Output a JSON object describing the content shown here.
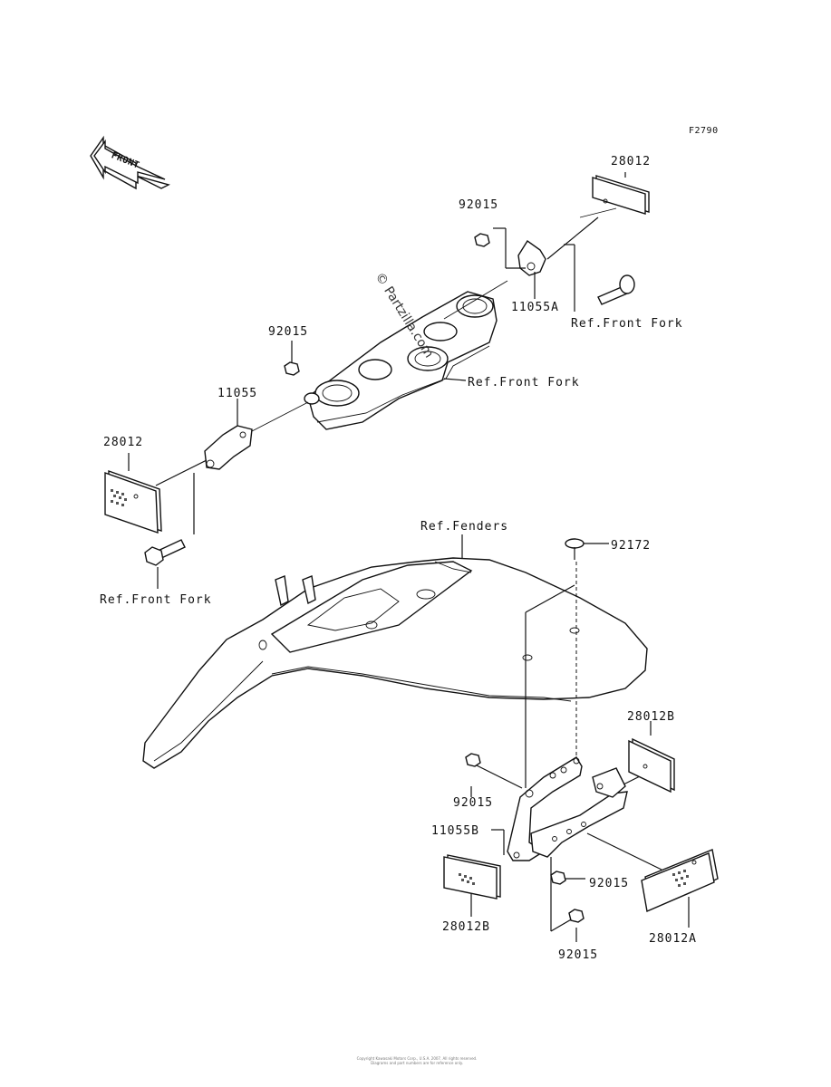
{
  "diagram_code": "F2790",
  "front_indicator": {
    "text": "FRONT",
    "icon": "front-arrow-icon"
  },
  "watermark": "© Partzilla.com",
  "labels": {
    "reflector_front_top": "28012",
    "nut_top": "92015",
    "bracket_right": "11055A",
    "ref_front_fork_right": "Ref.Front Fork",
    "ref_front_fork_mid": "Ref.Front Fork",
    "nut_left": "92015",
    "bracket_left": "11055",
    "reflector_left": "28012",
    "ref_front_fork_left": "Ref.Front Fork",
    "ref_fenders": "Ref.Fenders",
    "screw_fender": "92172",
    "reflector_side_top": "28012B",
    "nut_bracket_left": "92015",
    "bracket_rear": "11055B",
    "reflector_side_bottom": "28012B",
    "nut_bracket_right": "92015",
    "nut_bracket_bottom": "92015",
    "reflector_rear": "28012A"
  },
  "footer": {
    "line1": "Copyright Kawasaki Motors Corp., U.S.A. 2007. All rights reserved.",
    "line2": "Diagrams and part numbers are for reference only."
  }
}
